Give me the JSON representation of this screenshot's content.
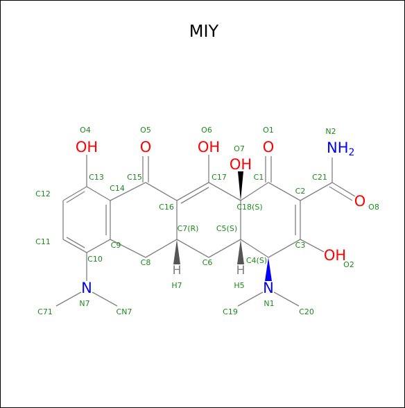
{
  "title": "MIY",
  "colors": {
    "carbon_label": "#1a8a1a",
    "oxygen": "#ff0000",
    "nitrogen": "#0000ff",
    "hydrogen": "#808080",
    "bond": "#808080"
  },
  "atom_symbols": {
    "O4": "OH",
    "O5": "O",
    "O6": "OH",
    "O7": "OH",
    "O1": "O",
    "N2_base": "NH",
    "N2_sub": "2",
    "O8": "O",
    "O2": "OH",
    "N7": "N",
    "N1": "N",
    "H7": "H",
    "H5": "H"
  },
  "labels": {
    "O4": "O4",
    "O5": "O5",
    "O6": "O6",
    "O7": "O7",
    "O1": "O1",
    "N2": "N2",
    "C13": "C13",
    "C15": "C15",
    "C17": "C17",
    "C1": "C1",
    "C21": "C21",
    "C12": "C12",
    "C14": "C14",
    "C2": "C2",
    "O8": "O8",
    "C16": "C16",
    "C18": "C18(S)",
    "C7": "C7(R)",
    "C5": "C5(S)",
    "C11": "C11",
    "C9": "C9",
    "C3": "C3",
    "C10": "C10",
    "C8": "C8",
    "C6": "C6",
    "C4": "C4(S)",
    "O2": "O2",
    "H7": "H7",
    "H5": "H5",
    "N7": "N7",
    "N1": "N1",
    "C71": "C71",
    "CN7": "CN7",
    "C19": "C19",
    "C20": "C20"
  }
}
